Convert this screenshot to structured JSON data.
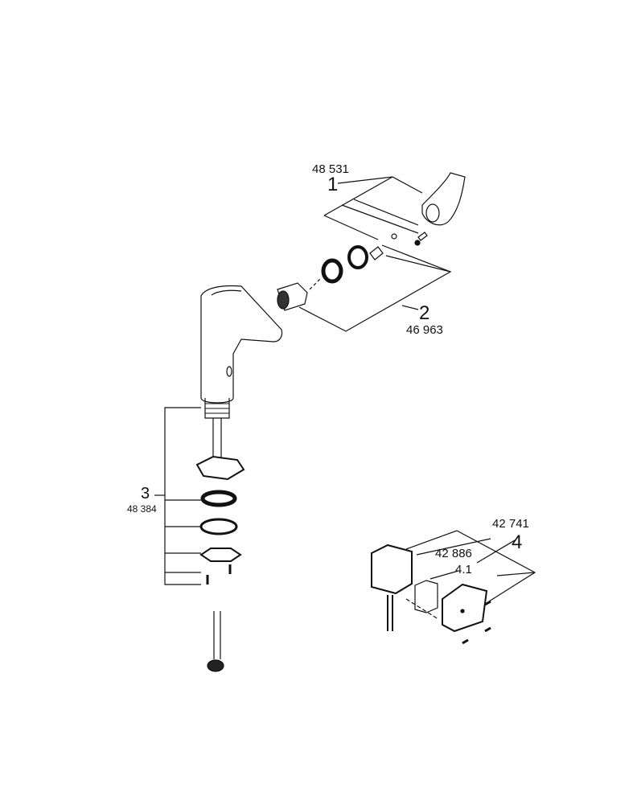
{
  "parts": [
    {
      "index": "1",
      "number": "48 531"
    },
    {
      "index": "2",
      "number": "46 963"
    },
    {
      "index": "3",
      "number": "48 384"
    },
    {
      "index": "4",
      "number": "42 741"
    },
    {
      "index": "4.1",
      "number": "42 886"
    }
  ],
  "colors": {
    "line": "#111111",
    "background": "#ffffff"
  }
}
